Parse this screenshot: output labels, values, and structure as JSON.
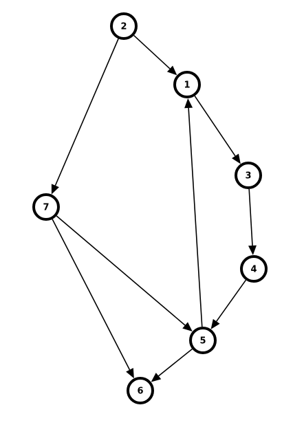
{
  "graph": {
    "directed": true,
    "nodes": [
      {
        "id": "2",
        "label": "2"
      },
      {
        "id": "1",
        "label": "1"
      },
      {
        "id": "3",
        "label": "3"
      },
      {
        "id": "7",
        "label": "7"
      },
      {
        "id": "4",
        "label": "4"
      },
      {
        "id": "5",
        "label": "5"
      },
      {
        "id": "6",
        "label": "6"
      }
    ],
    "edges": [
      {
        "from": "2",
        "to": "1"
      },
      {
        "from": "2",
        "to": "7"
      },
      {
        "from": "1",
        "to": "3"
      },
      {
        "from": "3",
        "to": "4"
      },
      {
        "from": "4",
        "to": "5"
      },
      {
        "from": "5",
        "to": "1"
      },
      {
        "from": "5",
        "to": "6"
      },
      {
        "from": "7",
        "to": "5"
      },
      {
        "from": "7",
        "to": "6"
      }
    ],
    "colors": {
      "node_fill": "#ffffff",
      "node_stroke": "#000000",
      "edge": "#000000",
      "label": "#000000",
      "background": "#ffffff"
    }
  }
}
